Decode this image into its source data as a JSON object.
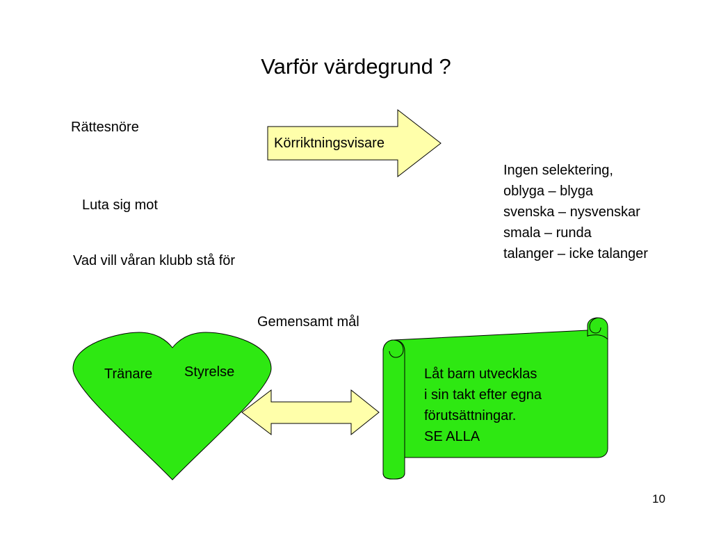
{
  "slide": {
    "title": "Varför värdegrund ?",
    "page_number": "10"
  },
  "keywords": {
    "rattesnore": "Rättesnöre",
    "luta": "Luta sig mot",
    "klubb": "Vad vill våran klubb stå för"
  },
  "arrow_label": "Körriktningsvisare",
  "selection_list": [
    "Ingen selektering,",
    "oblyga – blyga",
    "svenska – nysvenskar",
    "smala – runda",
    "talanger – icke talanger"
  ],
  "common_goal": "Gemensamt mål",
  "heart": {
    "left_label": "Tränare",
    "right_label": "Styrelse"
  },
  "scroll_text": [
    "Låt barn utvecklas",
    "i sin takt efter egna",
    "förutsättningar.",
    "SE ALLA"
  ],
  "colors": {
    "green_fill": "#2EE812",
    "yellow_fill": "#FFFFAA",
    "stroke": "#000000"
  }
}
